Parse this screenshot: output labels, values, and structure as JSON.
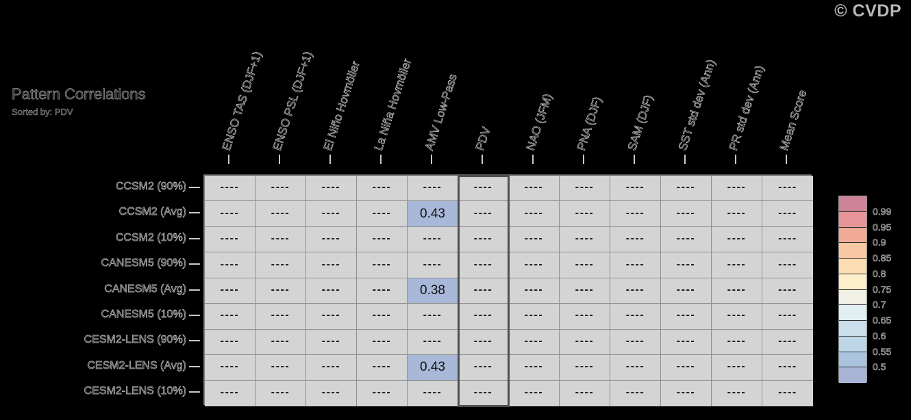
{
  "logo": {
    "text": "© CVDP"
  },
  "title": {
    "main": "Pattern Correlations",
    "subtitle": "Sorted by: PDV"
  },
  "colors": {
    "grid_background": "#d4d4d4",
    "grid_line": "#8e8e8e",
    "grid_border": "#7c7c7c",
    "highlight_border": "#4f4f4f",
    "value_cell_blue": "#a8b8d8",
    "logo_gray": "#b8b8b8"
  },
  "columns": [
    {
      "label": "ENSO TAS (DJF+1)"
    },
    {
      "label": "ENSO PSL (DJF+1)"
    },
    {
      "label": "El Niño Hovmöller"
    },
    {
      "label": "La Niña Hovmöller"
    },
    {
      "label": "AMV Low-Pass"
    },
    {
      "label": "PDV"
    },
    {
      "label": "NAO (JFM)"
    },
    {
      "label": "PNA (DJF)"
    },
    {
      "label": "SAM (DJF)"
    },
    {
      "label": "SST std dev (Ann)"
    },
    {
      "label": "PR std dev (Ann)"
    },
    {
      "label": "Mean Score"
    }
  ],
  "highlighted_column": "PDV",
  "rows": [
    {
      "label": "CCSM2 (90%)"
    },
    {
      "label": "CCSM2 (Avg)"
    },
    {
      "label": "CCSM2 (10%)"
    },
    {
      "label": "CANESM5 (90%)"
    },
    {
      "label": "CANESM5 (Avg)"
    },
    {
      "label": "CANESM5 (10%)"
    },
    {
      "label": "CESM2-LENS (90%)"
    },
    {
      "label": "CESM2-LENS (Avg)"
    },
    {
      "label": "CESM2-LENS (10%)"
    }
  ],
  "empty_marker": "----",
  "chart_data": {
    "type": "heatmap",
    "title": "Pattern Correlations",
    "subtitle": "Sorted by: PDV",
    "xlabel": "",
    "ylabel": "",
    "grid": true,
    "legend_position": "right",
    "categories": [
      "ENSO TAS (DJF+1)",
      "ENSO PSL (DJF+1)",
      "El Niño Hovmöller",
      "La Niña Hovmöller",
      "AMV Low-Pass",
      "PDV",
      "NAO (JFM)",
      "PNA (DJF)",
      "SAM (DJF)",
      "SST std dev (Ann)",
      "PR std dev (Ann)",
      "Mean Score"
    ],
    "row_labels": [
      "CCSM2 (90%)",
      "CCSM2 (Avg)",
      "CCSM2 (10%)",
      "CANESM5 (90%)",
      "CANESM5 (Avg)",
      "CANESM5 (10%)",
      "CESM2-LENS (90%)",
      "CESM2-LENS (Avg)",
      "CESM2-LENS (10%)"
    ],
    "values": [
      [
        "----",
        "----",
        "----",
        "----",
        "----",
        "----",
        "----",
        "----",
        "----",
        "----",
        "----",
        "----"
      ],
      [
        "----",
        "----",
        "----",
        "----",
        "0.43",
        "----",
        "----",
        "----",
        "----",
        "----",
        "----",
        "----"
      ],
      [
        "----",
        "----",
        "----",
        "----",
        "----",
        "----",
        "----",
        "----",
        "----",
        "----",
        "----",
        "----"
      ],
      [
        "----",
        "----",
        "----",
        "----",
        "----",
        "----",
        "----",
        "----",
        "----",
        "----",
        "----",
        "----"
      ],
      [
        "----",
        "----",
        "----",
        "----",
        "0.38",
        "----",
        "----",
        "----",
        "----",
        "----",
        "----",
        "----"
      ],
      [
        "----",
        "----",
        "----",
        "----",
        "----",
        "----",
        "----",
        "----",
        "----",
        "----",
        "----",
        "----"
      ],
      [
        "----",
        "----",
        "----",
        "----",
        "----",
        "----",
        "----",
        "----",
        "----",
        "----",
        "----",
        "----"
      ],
      [
        "----",
        "----",
        "----",
        "----",
        "0.43",
        "----",
        "----",
        "----",
        "----",
        "----",
        "----",
        "----"
      ],
      [
        "----",
        "----",
        "----",
        "----",
        "----",
        "----",
        "----",
        "----",
        "----",
        "----",
        "----",
        "----"
      ]
    ],
    "cell_colors": [
      [
        null,
        null,
        null,
        null,
        null,
        null,
        null,
        null,
        null,
        null,
        null,
        null
      ],
      [
        null,
        null,
        null,
        null,
        "#a8b8d8",
        null,
        null,
        null,
        null,
        null,
        null,
        null
      ],
      [
        null,
        null,
        null,
        null,
        null,
        null,
        null,
        null,
        null,
        null,
        null,
        null
      ],
      [
        null,
        null,
        null,
        null,
        null,
        null,
        null,
        null,
        null,
        null,
        null,
        null
      ],
      [
        null,
        null,
        null,
        null,
        "#a8b8d8",
        null,
        null,
        null,
        null,
        null,
        null,
        null
      ],
      [
        null,
        null,
        null,
        null,
        null,
        null,
        null,
        null,
        null,
        null,
        null,
        null
      ],
      [
        null,
        null,
        null,
        null,
        null,
        null,
        null,
        null,
        null,
        null,
        null,
        null
      ],
      [
        null,
        null,
        null,
        null,
        "#a8b8d8",
        null,
        null,
        null,
        null,
        null,
        null,
        null
      ],
      [
        null,
        null,
        null,
        null,
        null,
        null,
        null,
        null,
        null,
        null,
        null,
        null
      ]
    ],
    "colorbar": {
      "labels": [
        "0.99",
        "0.95",
        "0.9",
        "0.85",
        "0.8",
        "0.75",
        "0.7",
        "0.65",
        "0.6",
        "0.55",
        "0.5"
      ],
      "bands": [
        "#cf8398",
        "#e8959a",
        "#f2ab96",
        "#fac7a4",
        "#fdddb2",
        "#fdeecc",
        "#f1f0e6",
        "#e1eef2",
        "#cadfeb",
        "#bdd7e8",
        "#aac4e0",
        "#a8b4d4"
      ]
    }
  }
}
